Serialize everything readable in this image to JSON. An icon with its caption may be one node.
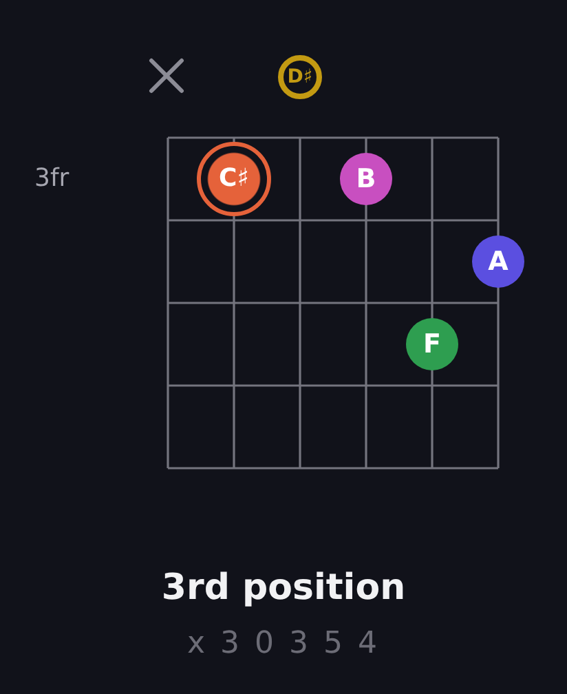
{
  "diagram": {
    "title": "3rd position",
    "nodes": [
      {
        "text": [
          "D♯"
        ]
      },
      {
        "text": [
          "C♯"
        ]
      },
      {
        "text": [
          "B"
        ]
      },
      {
        "text": [
          "A"
        ]
      },
      {
        "text": [
          "F"
        ]
      }
    ],
    "labels": [
      "3fr",
      "x 3 0 3 5 4"
    ]
  }
}
